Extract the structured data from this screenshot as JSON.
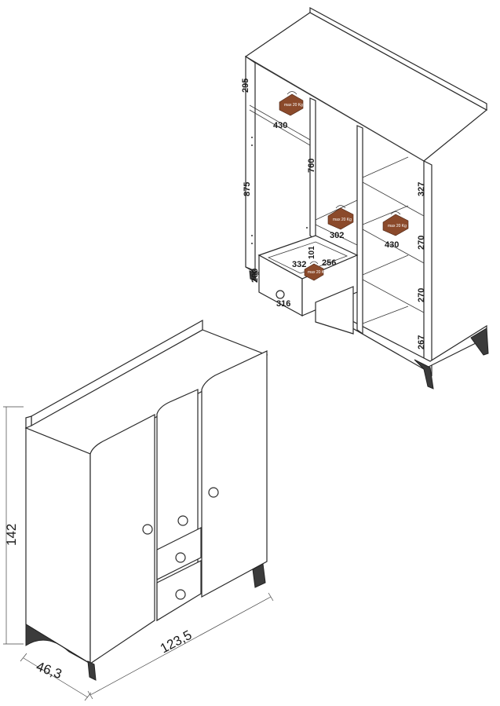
{
  "overall": {
    "height": "142",
    "width": "123,5",
    "depth": "46,3"
  },
  "interior": {
    "top_left_shelf_height": "295",
    "top_left_shelf_width": "430",
    "hanging_height_left": "875",
    "hanging_height_mid": "760",
    "mid_shelf_width": "302",
    "drawer_inner_width": "332",
    "drawer_inner_depth": "256",
    "drawer_inner_height": "101",
    "drawer_height": "200",
    "drawer_width": "316",
    "right_shelf_1": "327",
    "right_shelf_2": "270",
    "right_shelf_3": "270",
    "right_shelf_4": "267",
    "right_shelf_width": "430"
  },
  "load": {
    "shelf_label": "max 20 Kg",
    "drawer_label": "max 20 Kg",
    "bag_color": "#8B4A2B"
  }
}
